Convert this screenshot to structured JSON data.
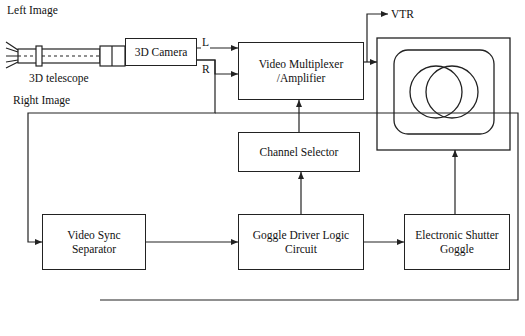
{
  "diagram": {
    "nodes": [
      {
        "text": [
          "3D Camera"
        ]
      },
      {
        "text": [
          "Video Multiplexer /Amplifier"
        ]
      },
      {
        "text": [
          "Channel Selector"
        ]
      },
      {
        "text": [
          "Video Sync Separator"
        ]
      },
      {
        "text": [
          "Goggle Driver Logic Circuit"
        ]
      },
      {
        "text": [
          "Electronic Shutter Goggle"
        ]
      }
    ],
    "edges": [
      {
        "from": 0,
        "to": 1,
        "label": "L",
        "arrow": "to"
      },
      {
        "from": 0,
        "to": 1,
        "label": "R",
        "arrow": "to"
      },
      {
        "from": 0,
        "to": 3,
        "arrow": "to"
      },
      {
        "from": 2,
        "to": 1,
        "arrow": "to"
      },
      {
        "from": 4,
        "to": 2,
        "arrow": "to"
      },
      {
        "from": 3,
        "to": 4,
        "arrow": "to"
      },
      {
        "from": 4,
        "to": 5,
        "arrow": "to"
      }
    ],
    "labels": [
      "Left Image",
      "Right Image",
      "3D telescope",
      "VTR"
    ]
  }
}
